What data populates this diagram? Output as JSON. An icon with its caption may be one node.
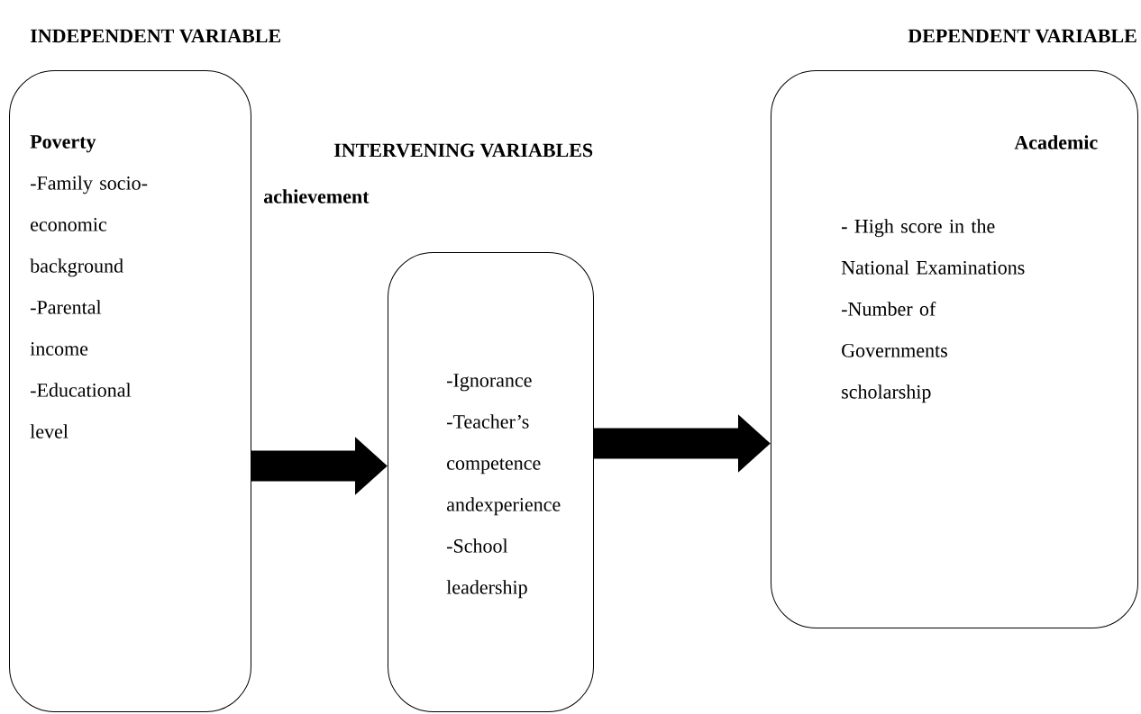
{
  "diagram": {
    "nodes": [
      {
        "text": [
          "Poverty",
          "-Family socio- economic background",
          "-Parental income",
          "-Educational level"
        ]
      },
      {
        "text": [
          "-Ignorance",
          "-Teacher’s competence andexperience",
          "-School leadership"
        ]
      },
      {
        "text": [
          "Academic",
          "**-** High score in the National Examinations",
          "-Number of Governments scholarship"
        ]
      }
    ],
    "edges": [
      {
        "from": 0,
        "to": 1,
        "arrow": "to"
      },
      {
        "from": 1,
        "to": 2,
        "arrow": "to"
      }
    ],
    "labels": [
      "INDEPENDENT VARIABLE",
      "DEPENDENT VARIABLE",
      "INTERVENING VARIABLES",
      "achievement"
    ]
  }
}
